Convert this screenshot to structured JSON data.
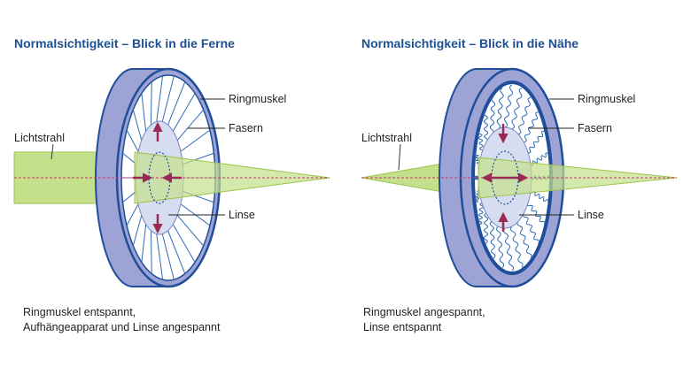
{
  "colors": {
    "title": "#1d4f91",
    "ring_fill": "#9ea3d6",
    "ring_edge": "#1f4e9a",
    "beam": "#c5e08a",
    "beam_edge": "#9cc34a",
    "lens": "#d6ddf0",
    "axis": "#c8356a",
    "arrow": "#9a2a55",
    "fiber": "#2f6cb5"
  },
  "left": {
    "title": "Normalsichtigkeit – Blick in die Ferne",
    "ring_label": "Ringmuskel",
    "fiber_label": "Fasern",
    "light_label": "Lichtstrahl",
    "lens_label": "Linse",
    "caption_line1": "Ringmuskel entspannt,",
    "caption_line2": "Aufhängeapparat und Linse angespannt"
  },
  "right": {
    "title": "Normalsichtigkeit – Blick in die Nähe",
    "ring_label": "Ringmuskel",
    "fiber_label": "Fasern",
    "light_label": "Lichtstrahl",
    "lens_label": "Linse",
    "caption_line1": "Ringmuskel angespannt,",
    "caption_line2": "Linse entspannt"
  }
}
